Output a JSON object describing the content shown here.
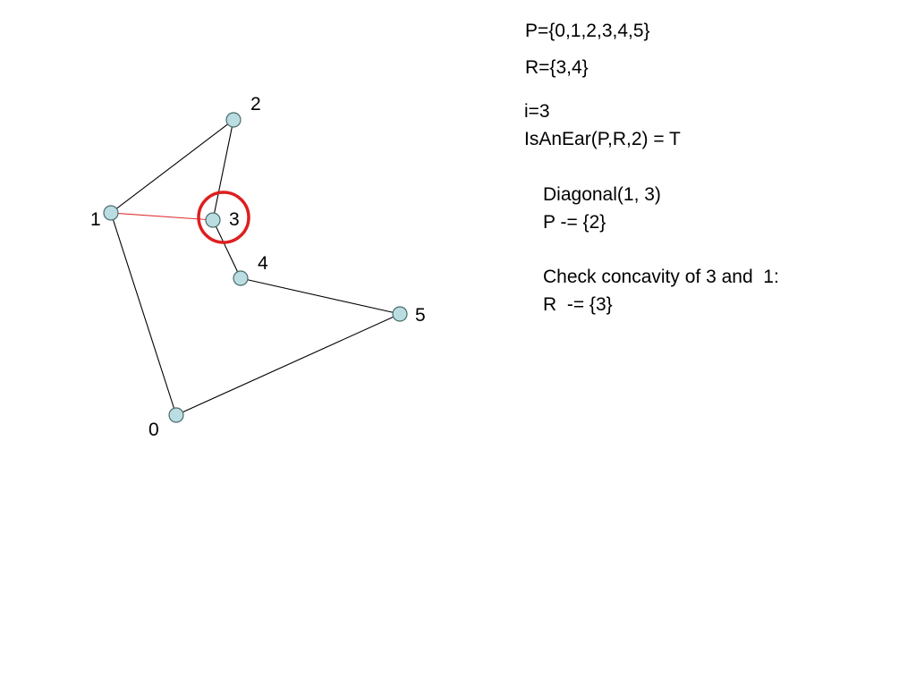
{
  "diagram": {
    "vertices": [
      {
        "id": "0",
        "label": "0"
      },
      {
        "id": "1",
        "label": "1"
      },
      {
        "id": "2",
        "label": "2"
      },
      {
        "id": "3",
        "label": "3"
      },
      {
        "id": "4",
        "label": "4"
      },
      {
        "id": "5",
        "label": "5"
      }
    ],
    "edges": [
      [
        "0",
        "1"
      ],
      [
        "1",
        "2"
      ],
      [
        "2",
        "3"
      ],
      [
        "3",
        "4"
      ],
      [
        "4",
        "5"
      ],
      [
        "5",
        "0"
      ]
    ],
    "diagonal": [
      "1",
      "3"
    ],
    "highlighted_vertex": "3",
    "colors": {
      "vertex_fill": "#b9dde0",
      "vertex_stroke": "#4a6a6e",
      "edge": "#000000",
      "diagonal": "#e03030",
      "highlight": "#dd1f1f"
    }
  },
  "text": {
    "p_set": "P={0,1,2,3,4,5}",
    "r_set": "R={3,4}",
    "i_value": "i=3",
    "is_an_ear": "IsAnEar(P,R,2) = T",
    "diagonal_call": "Diagonal(1, 3)",
    "p_update": "P -= {2}",
    "check_concavity": "Check concavity of 3 and  1:",
    "r_update": "R  -= {3}"
  }
}
